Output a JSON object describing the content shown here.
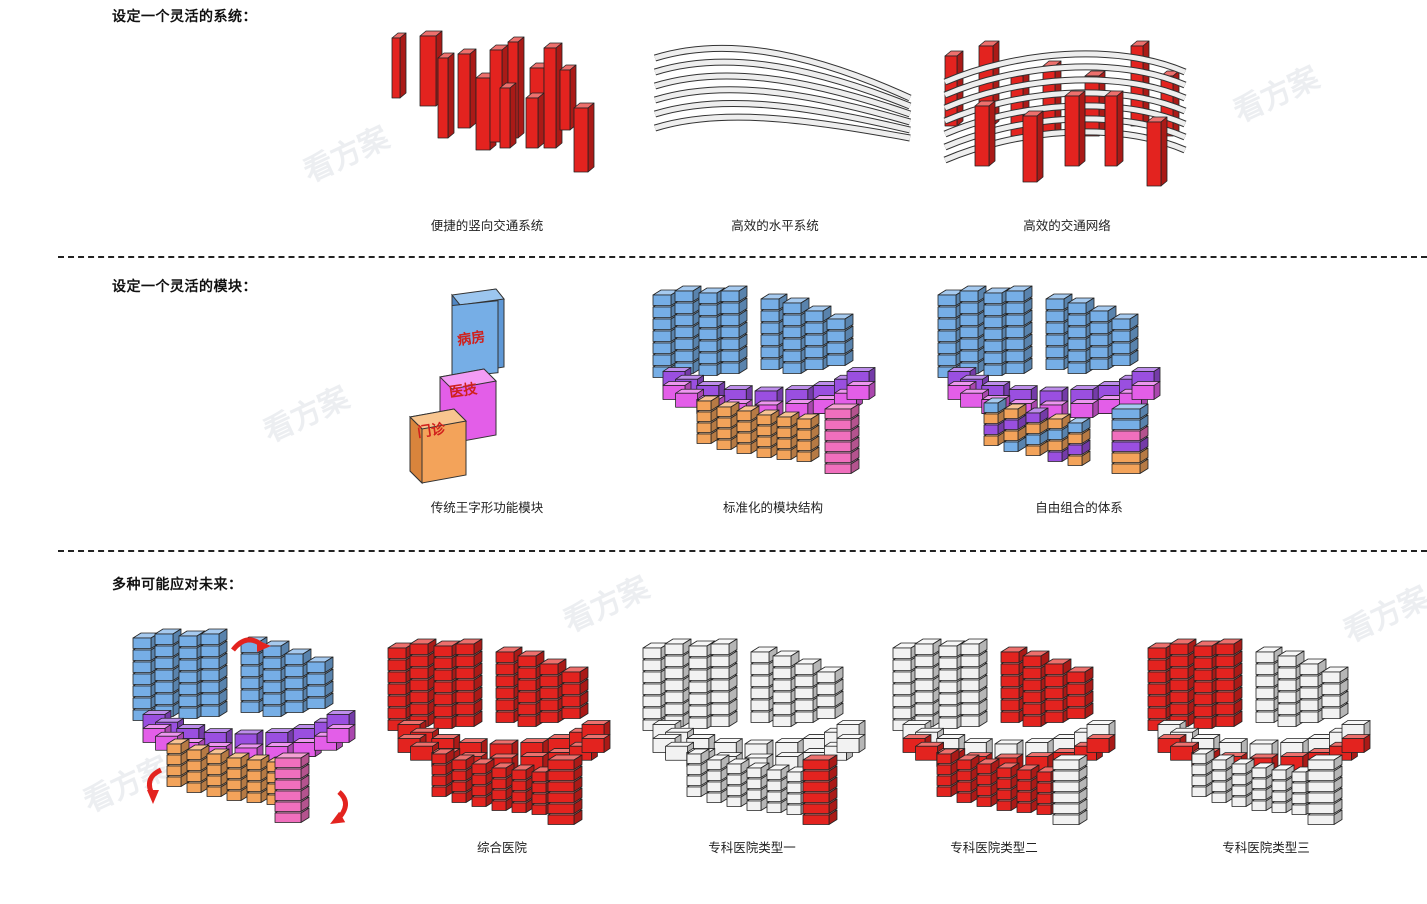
{
  "sections": [
    {
      "title": "设定一个灵活的系统：",
      "captions": [
        "便捷的竖向交通系统",
        "高效的水平系统",
        "高效的交通网络"
      ]
    },
    {
      "title": "设定一个灵活的模块：",
      "captions": [
        "传统王字形功能模块",
        "标准化的模块结构",
        "自由组合的体系"
      ],
      "module_labels": [
        "病房",
        "医技",
        "门诊"
      ]
    },
    {
      "title": "多种可能应对未来：",
      "captions": [
        "综合医院",
        "专科医院类型一",
        "专科医院类型二",
        "专科医院类型三"
      ]
    }
  ],
  "watermark": "看方案",
  "colors": {
    "red": "#e3231f",
    "blue": "#76aee6",
    "magenta": "#e35ee8",
    "purple": "#9a4fe0",
    "orange": "#f3a35a",
    "pink": "#f06fbd",
    "white": "#f2f2f2"
  }
}
